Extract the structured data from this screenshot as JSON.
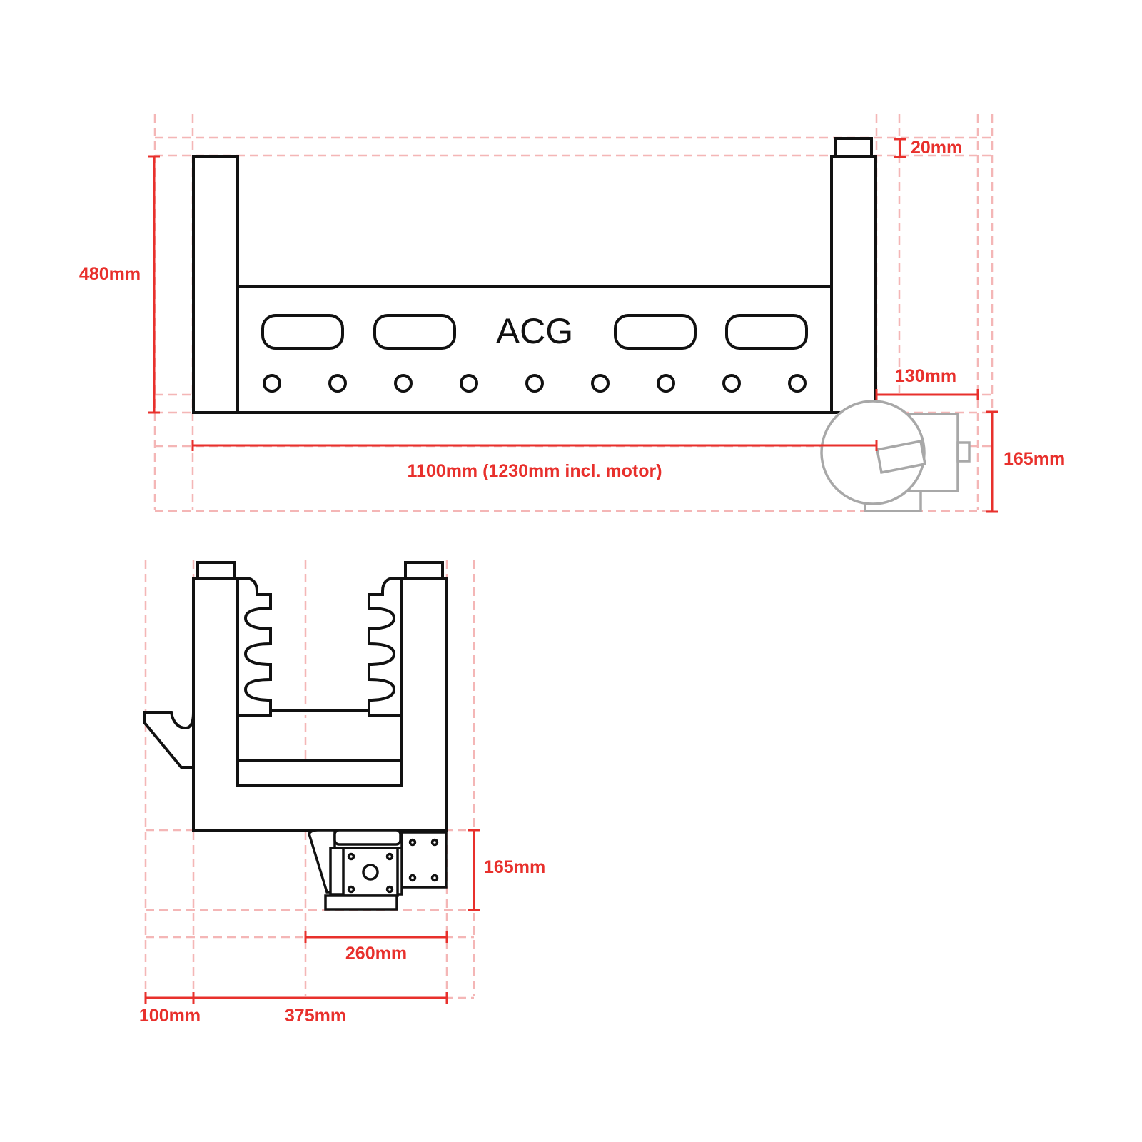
{
  "front_view": {
    "logo": "ACG",
    "dimensions": {
      "height": "480mm",
      "top_step": "20mm",
      "width": "1100mm (1230mm incl. motor)",
      "motor_offset": "130mm",
      "motor_height": "165mm"
    }
  },
  "side_view": {
    "dimensions": {
      "motor_height": "165mm",
      "motor_width": "260mm",
      "left_offset": "100mm",
      "depth": "375mm"
    }
  },
  "colors": {
    "outline": "#111111",
    "dimension": "#e8302c",
    "guide": "#f4b6b6",
    "motor": "#a8a8a8"
  }
}
